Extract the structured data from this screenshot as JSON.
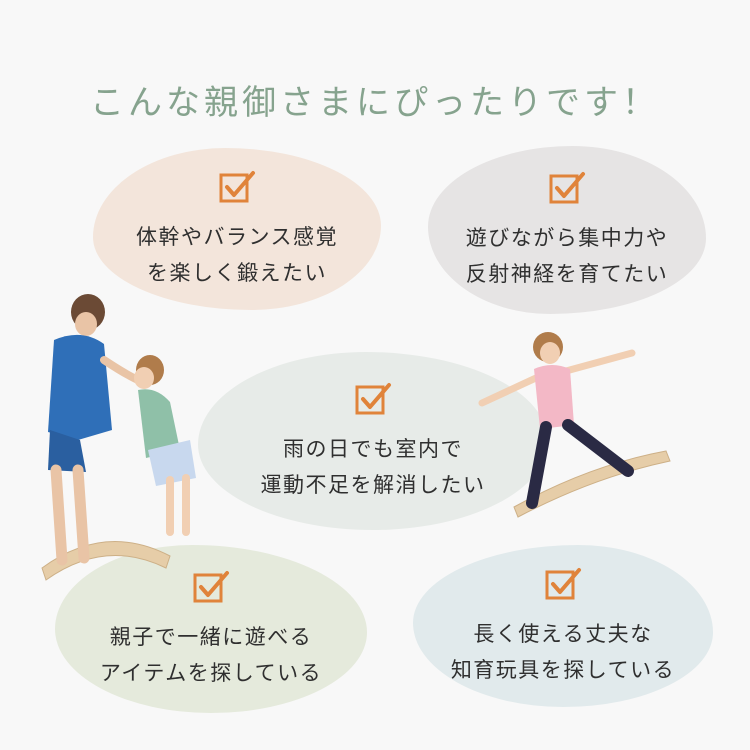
{
  "headline": "こんな親御さまにぴったりです！",
  "colors": {
    "headline": "#86a38e",
    "check": "#e0833a",
    "text": "#2f2f2f"
  },
  "cards": [
    {
      "icon": "checkbox-check-icon",
      "lines": [
        "体幹やバランス感覚",
        "を楽しく鍛えたい"
      ]
    },
    {
      "icon": "checkbox-check-icon",
      "lines": [
        "遊びながら集中力や",
        "反射神経を育てたい"
      ]
    },
    {
      "icon": "checkbox-check-icon",
      "lines": [
        "雨の日でも室内で",
        "運動不足を解消したい"
      ]
    },
    {
      "icon": "checkbox-check-icon",
      "lines": [
        "親子で一緒に遊べる",
        "アイテムを探している"
      ]
    },
    {
      "icon": "checkbox-check-icon",
      "lines": [
        "長く使える丈夫な",
        "知育玩具を探している"
      ]
    }
  ]
}
